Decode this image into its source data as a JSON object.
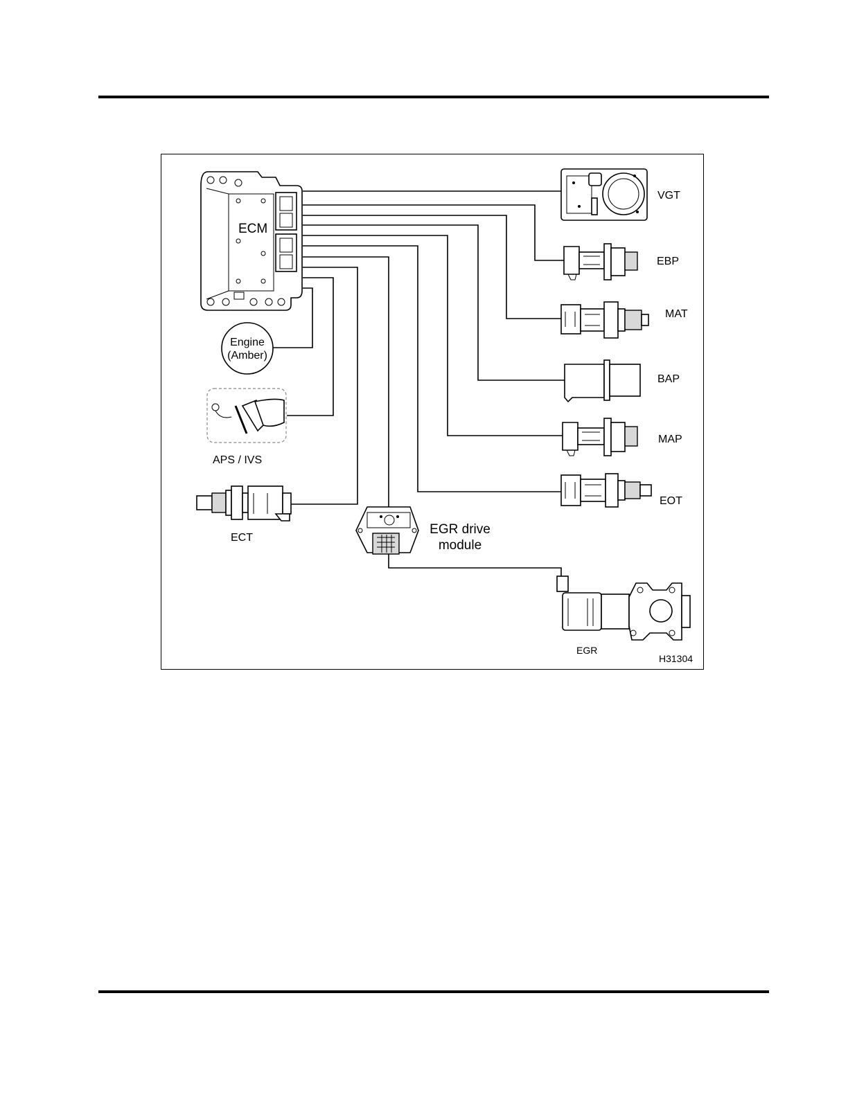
{
  "figure": {
    "id_code": "H31304",
    "components": {
      "ecm": "ECM",
      "vgt": "VGT",
      "ebp": "EBP",
      "mat": "MAT",
      "bap": "BAP",
      "map": "MAP",
      "eot": "EOT",
      "ect": "ECT",
      "egr": "EGR",
      "aps_ivs": "APS / IVS",
      "engine_lamp_line1": "Engine",
      "engine_lamp_line2": "(Amber)",
      "egr_drive_line1": "EGR drive",
      "egr_drive_line2": "module"
    }
  }
}
